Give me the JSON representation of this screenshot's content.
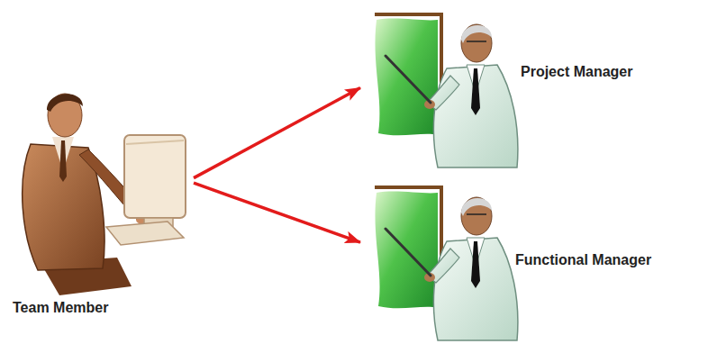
{
  "diagram": {
    "nodes": [
      {
        "text": [
          "Team Member"
        ]
      },
      {
        "text": [
          "Project Manager"
        ]
      },
      {
        "text": [
          "Functional Manager"
        ]
      }
    ],
    "edges": [
      {
        "from": 0,
        "to": 1,
        "arrow": "to"
      },
      {
        "from": 0,
        "to": 2,
        "arrow": "to"
      }
    ]
  }
}
